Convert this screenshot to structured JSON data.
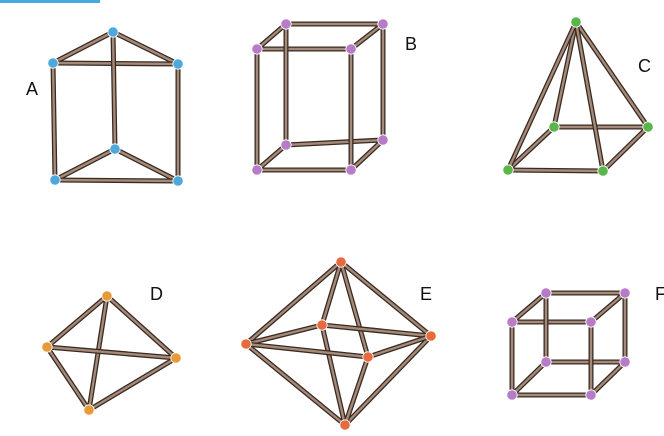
{
  "figures": [
    {
      "id": "prism",
      "label": "A",
      "node_color": "#4fa8dc"
    },
    {
      "id": "box",
      "label": "B",
      "node_color": "#b77bc7"
    },
    {
      "id": "pyramid",
      "label": "C",
      "node_color": "#5ab64a"
    },
    {
      "id": "tetrahedron",
      "label": "D",
      "node_color": "#e89a3a"
    },
    {
      "id": "octahedron",
      "label": "E",
      "node_color": "#e8693d"
    },
    {
      "id": "cube",
      "label": "F",
      "node_color": "#b77bc7"
    }
  ],
  "colors": {
    "stick_outer": "#3a2a20",
    "stick_inner": "#a38a7a",
    "accent": "#4aa8e0"
  }
}
